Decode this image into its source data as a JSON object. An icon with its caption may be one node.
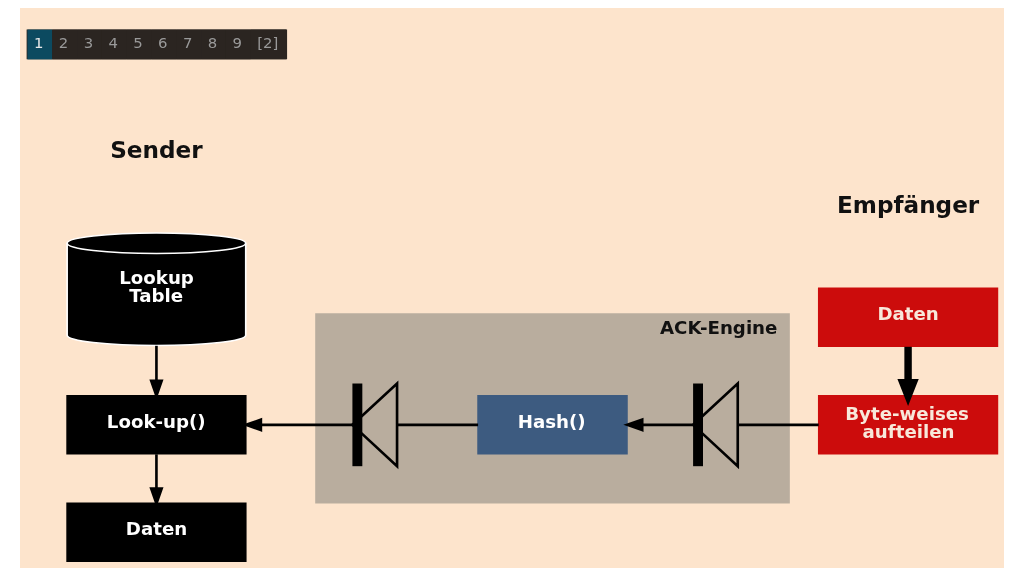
{
  "diagram": {
    "nodes": [
      {
        "text": [
          "Lookup Table"
        ]
      },
      {
        "text": [
          "Look-up()"
        ]
      },
      {
        "text": [
          "Daten"
        ]
      },
      {
        "text": [
          "ACK-Engine"
        ]
      },
      {
        "text": [],
        "shape": "diode",
        "in": 3
      },
      {
        "text": [
          "Hash()"
        ],
        "in": 3
      },
      {
        "text": [],
        "shape": "diode",
        "in": 3
      },
      {
        "text": [
          "Daten"
        ]
      },
      {
        "text": [
          "Byte-weises aufteilen"
        ]
      }
    ],
    "edges": [
      {
        "from": 0,
        "to": 1,
        "arrow": "to"
      },
      {
        "from": 1,
        "to": 2,
        "arrow": "to"
      },
      {
        "from": 7,
        "to": 8,
        "arrow": "to",
        "style": "thick"
      },
      {
        "from": 8,
        "to": 6,
        "arrow": "none"
      },
      {
        "from": 6,
        "to": 5,
        "arrow": "to"
      },
      {
        "from": 5,
        "to": 4,
        "arrow": "none"
      },
      {
        "from": 4,
        "to": 1,
        "arrow": "to"
      }
    ],
    "labels": [
      "1",
      "2",
      "3",
      "4",
      "5",
      "6",
      "7",
      "8",
      "9",
      "[2]",
      "Sender",
      "Empfänger"
    ]
  }
}
